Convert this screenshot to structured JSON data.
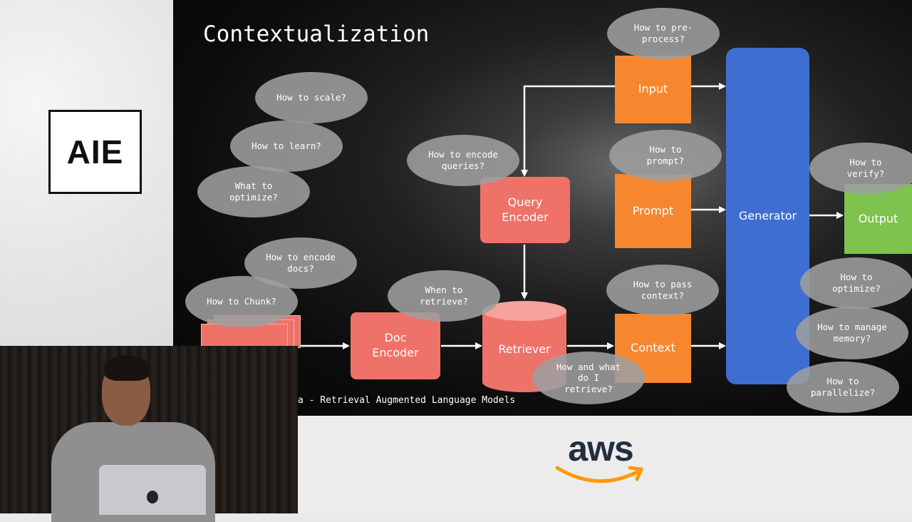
{
  "logo": {
    "text": "AIE"
  },
  "slide": {
    "title": "Contextualization",
    "footnote": "a - Retrieval Augmented Language Models"
  },
  "blocks": {
    "input": "Input",
    "prompt": "Prompt",
    "context": "Context",
    "generator": "Generator",
    "output": "Output",
    "query_encoder": "Query\nEncoder",
    "doc_encoder": "Doc\nEncoder",
    "retriever": "Retriever"
  },
  "questions": {
    "preprocess": "How to pre-\nprocess?",
    "scale": "How to scale?",
    "learn": "How to learn?",
    "optimize_what": "What to\noptimize?",
    "encode_queries": "How to encode\nqueries?",
    "prompt": "How to\nprompt?",
    "verify": "How to\nverify?",
    "encode_docs": "How to encode\ndocs?",
    "chunk": "How to Chunk?",
    "when_retrieve": "When to\nretrieve?",
    "pass_context": "How to pass\ncontext?",
    "optimize_how": "How to\noptimize?",
    "manage_memory": "How to manage\nmemory?",
    "what_retrieve": "How and what\ndo I\nretrieve?",
    "parallelize": "How to\nparallelize?"
  },
  "sponsor": {
    "text": "aws"
  },
  "colors": {
    "input": "#f6872f",
    "encoder": "#ee7268",
    "generator": "#3e6fd0",
    "output": "#7ec34d",
    "bubble": "#9e9e9e"
  }
}
